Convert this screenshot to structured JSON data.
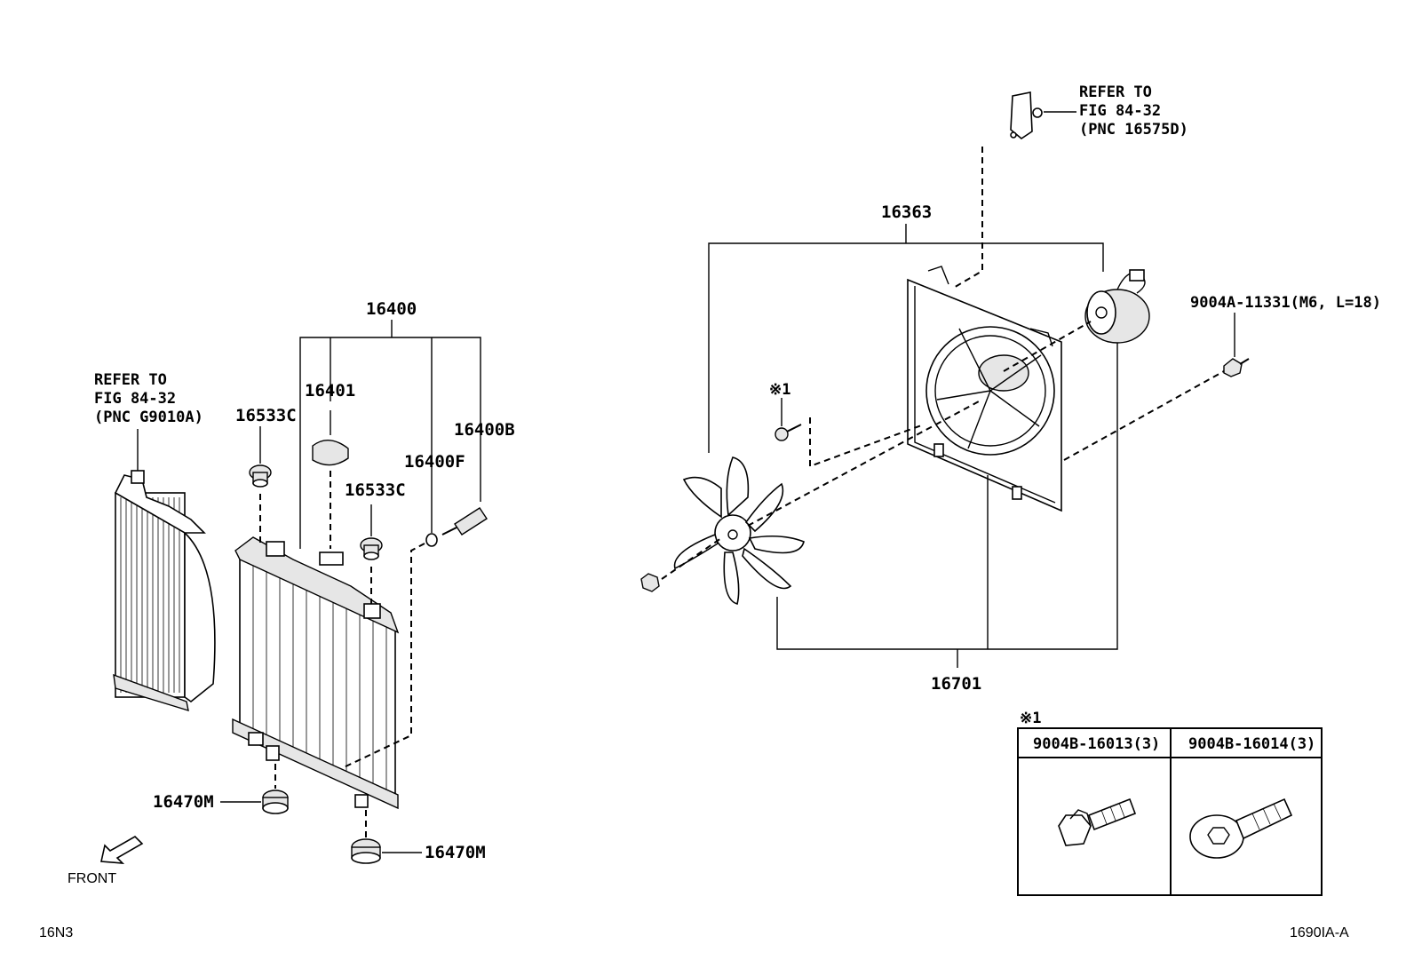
{
  "labels": {
    "refer_left_1": "REFER TO",
    "refer_left_2": "FIG 84-32",
    "refer_left_3": "(PNC G9010A)",
    "refer_right_1": "REFER TO",
    "refer_right_2": "FIG 84-32",
    "refer_right_3": "(PNC 16575D)",
    "p16400": "16400",
    "p16401": "16401",
    "p16533c_a": "16533C",
    "p16533c_b": "16533C",
    "p16400b": "16400B",
    "p16400f": "16400F",
    "p16470m_a": "16470M",
    "p16470m_b": "16470M",
    "p16363": "16363",
    "p16701": "16701",
    "p9004a": "9004A-11331(M6, L=18)",
    "mark1_a": "※1",
    "mark1_b": "※1",
    "front": "FRONT",
    "corner_left": "16N3",
    "corner_right": "1690IA-A"
  },
  "fastener_table": {
    "headers": [
      "9004B-16013(3)",
      "9004B-16014(3)"
    ]
  }
}
